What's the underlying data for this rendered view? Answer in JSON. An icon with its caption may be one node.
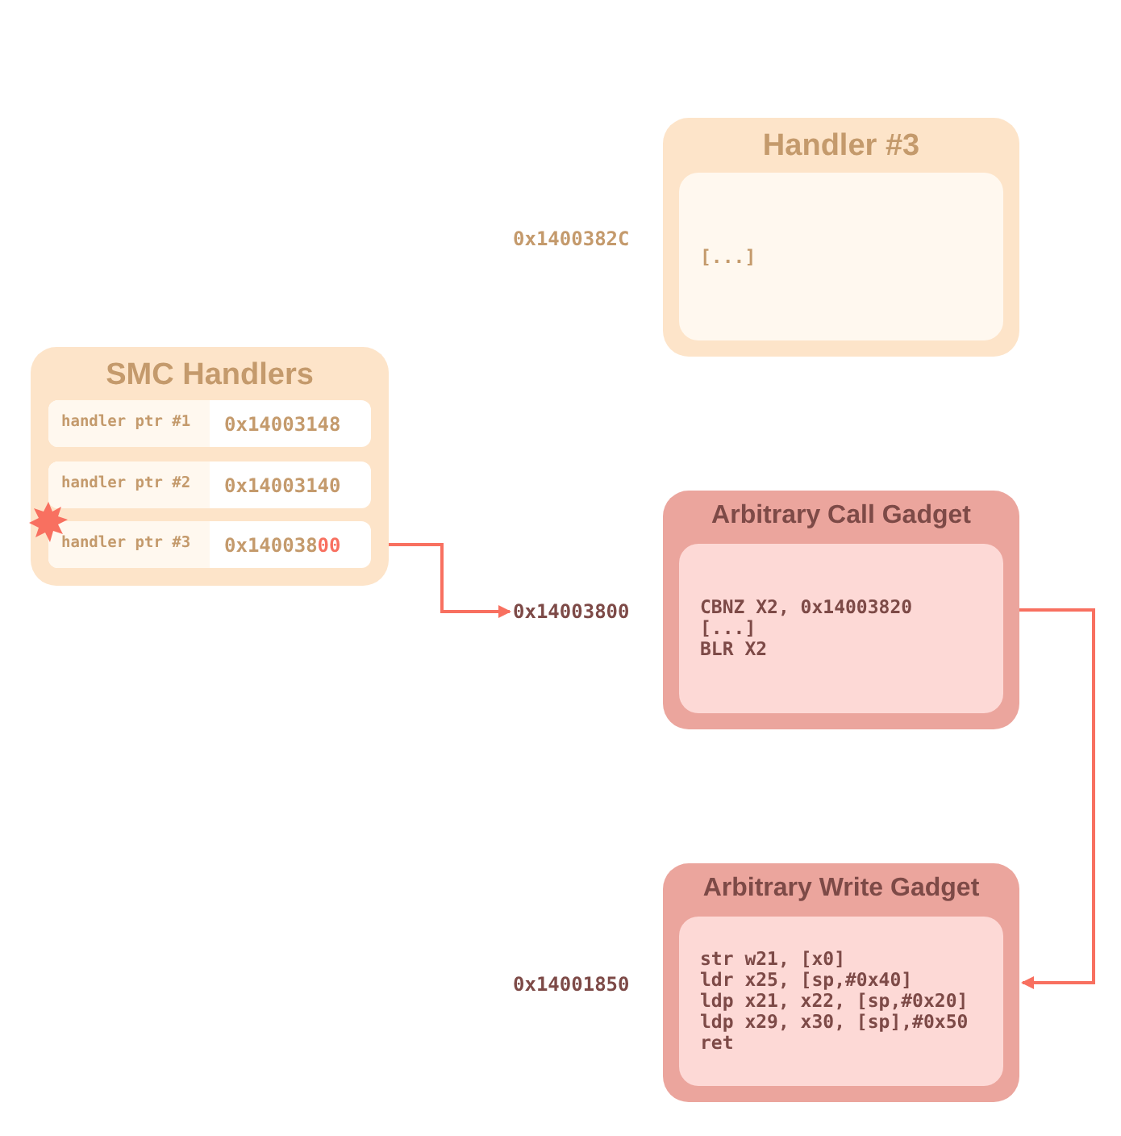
{
  "diagram": {
    "nodes": [
      {
        "text": [
          "Handler #3"
        ],
        "beside": [
          "0x1400382C"
        ]
      },
      {
        "text": [
          "[...]"
        ],
        "in": 0
      },
      {
        "text": [
          "SMC Handlers"
        ]
      },
      {
        "text": [
          "handler ptr #1",
          "0x14003148"
        ],
        "in": 2
      },
      {
        "text": [
          "handler ptr #2",
          "0x14003140"
        ],
        "in": 2
      },
      {
        "text": [
          "handler ptr #3",
          "0x140038**00**"
        ],
        "in": 2
      },
      {
        "text": [
          "0x14003800"
        ]
      },
      {
        "text": [
          "Arbitrary Call Gadget"
        ]
      },
      {
        "text": [
          "CBNZ X2, 0x14003820",
          "[...]",
          "BLR X2"
        ],
        "in": 7
      },
      {
        "text": [
          "Arbitrary Write Gadget"
        ],
        "beside": [
          "0x14001850"
        ]
      },
      {
        "text": [
          "str w21, [x0]",
          "ldr x25, [sp,#0x40]",
          "ldp x21, x22, [sp,#0x20]",
          "ldp x29, x30, [sp],#0x50",
          "ret"
        ],
        "in": 9
      }
    ],
    "edges": [
      {
        "from": 5,
        "to": 6,
        "arrow": "to"
      },
      {
        "from": 7,
        "to": 9,
        "arrow": "to"
      }
    ]
  }
}
